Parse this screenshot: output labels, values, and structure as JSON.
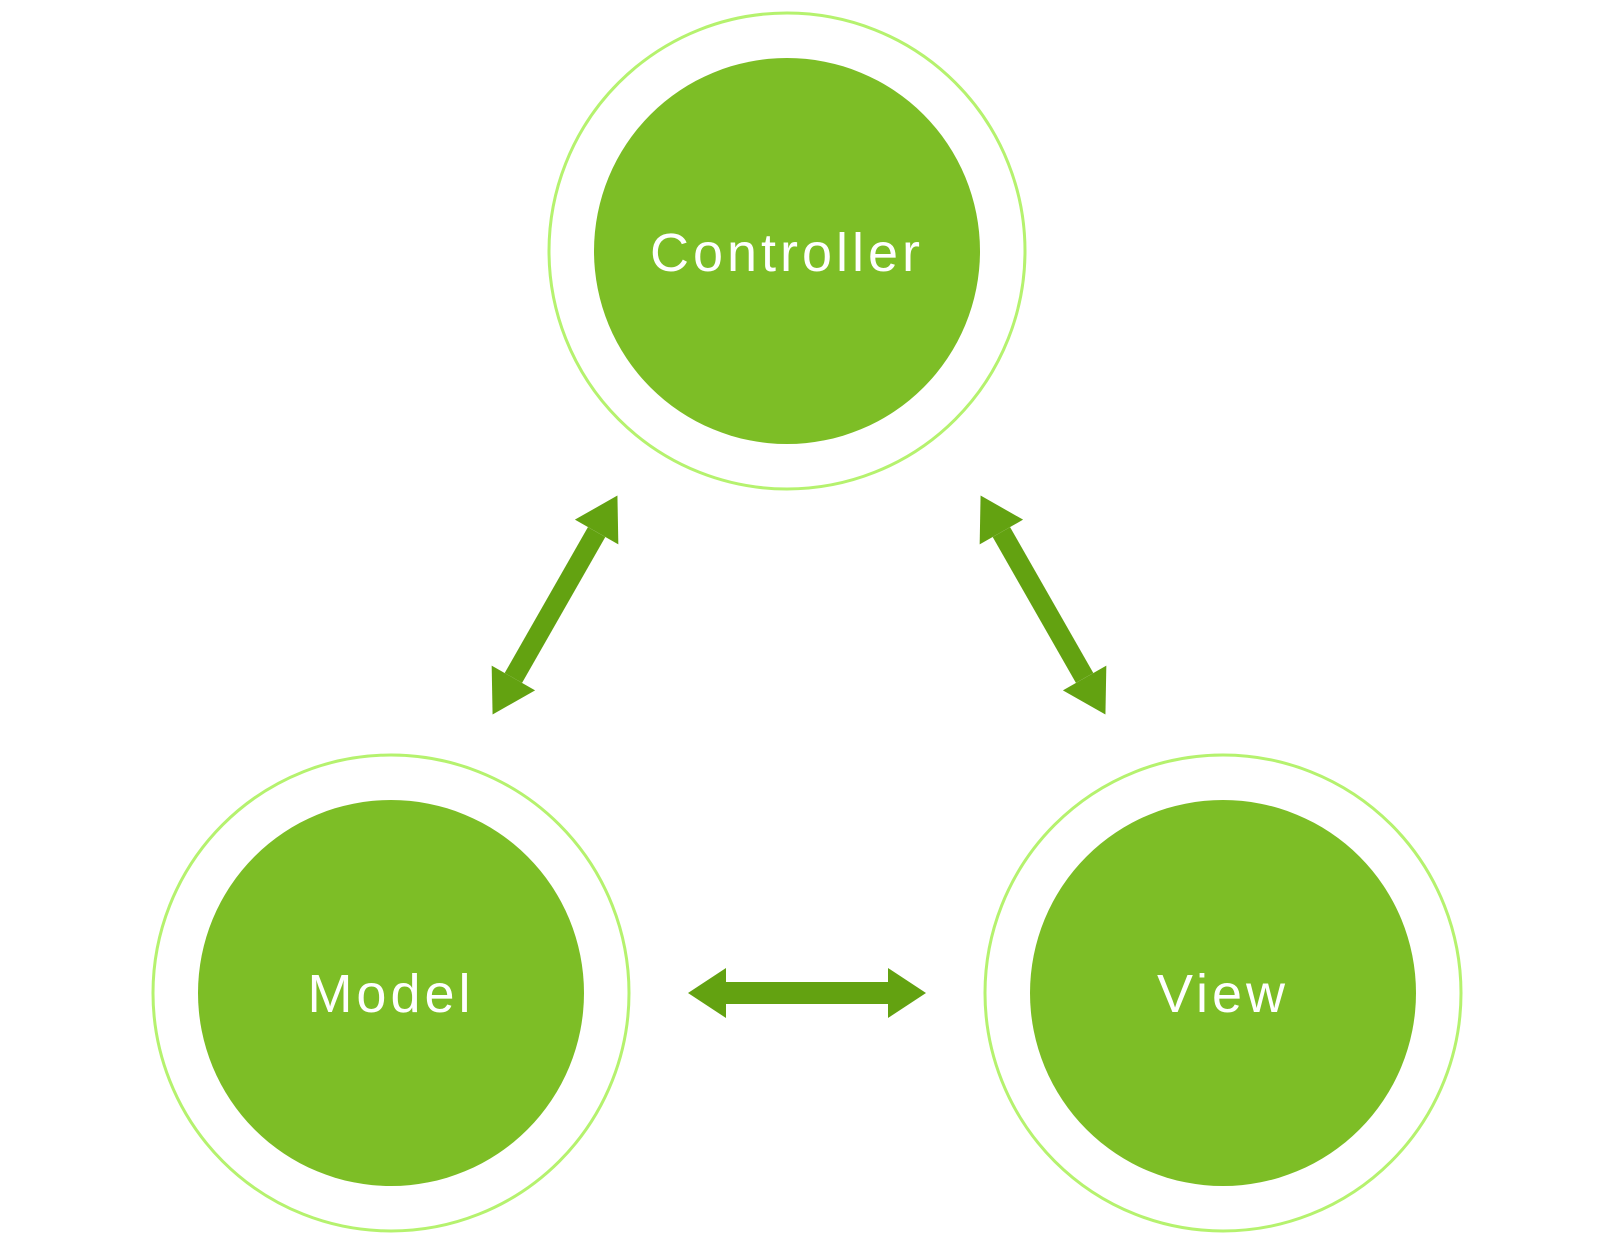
{
  "diagram": {
    "colors": {
      "background": "#ffffff",
      "node_fill": "#7DBE26",
      "ring_stroke": "#B5F26E",
      "arrow_fill": "#63A211",
      "label_text": "#ffffff"
    },
    "nodes": {
      "controller": {
        "label": "Controller"
      },
      "model": {
        "label": "Model"
      },
      "view": {
        "label": "View"
      }
    },
    "connections": [
      {
        "from": "controller",
        "to": "model",
        "type": "bidirectional-arrow"
      },
      {
        "from": "controller",
        "to": "view",
        "type": "bidirectional-arrow"
      },
      {
        "from": "model",
        "to": "view",
        "type": "bidirectional-arrow"
      }
    ]
  }
}
